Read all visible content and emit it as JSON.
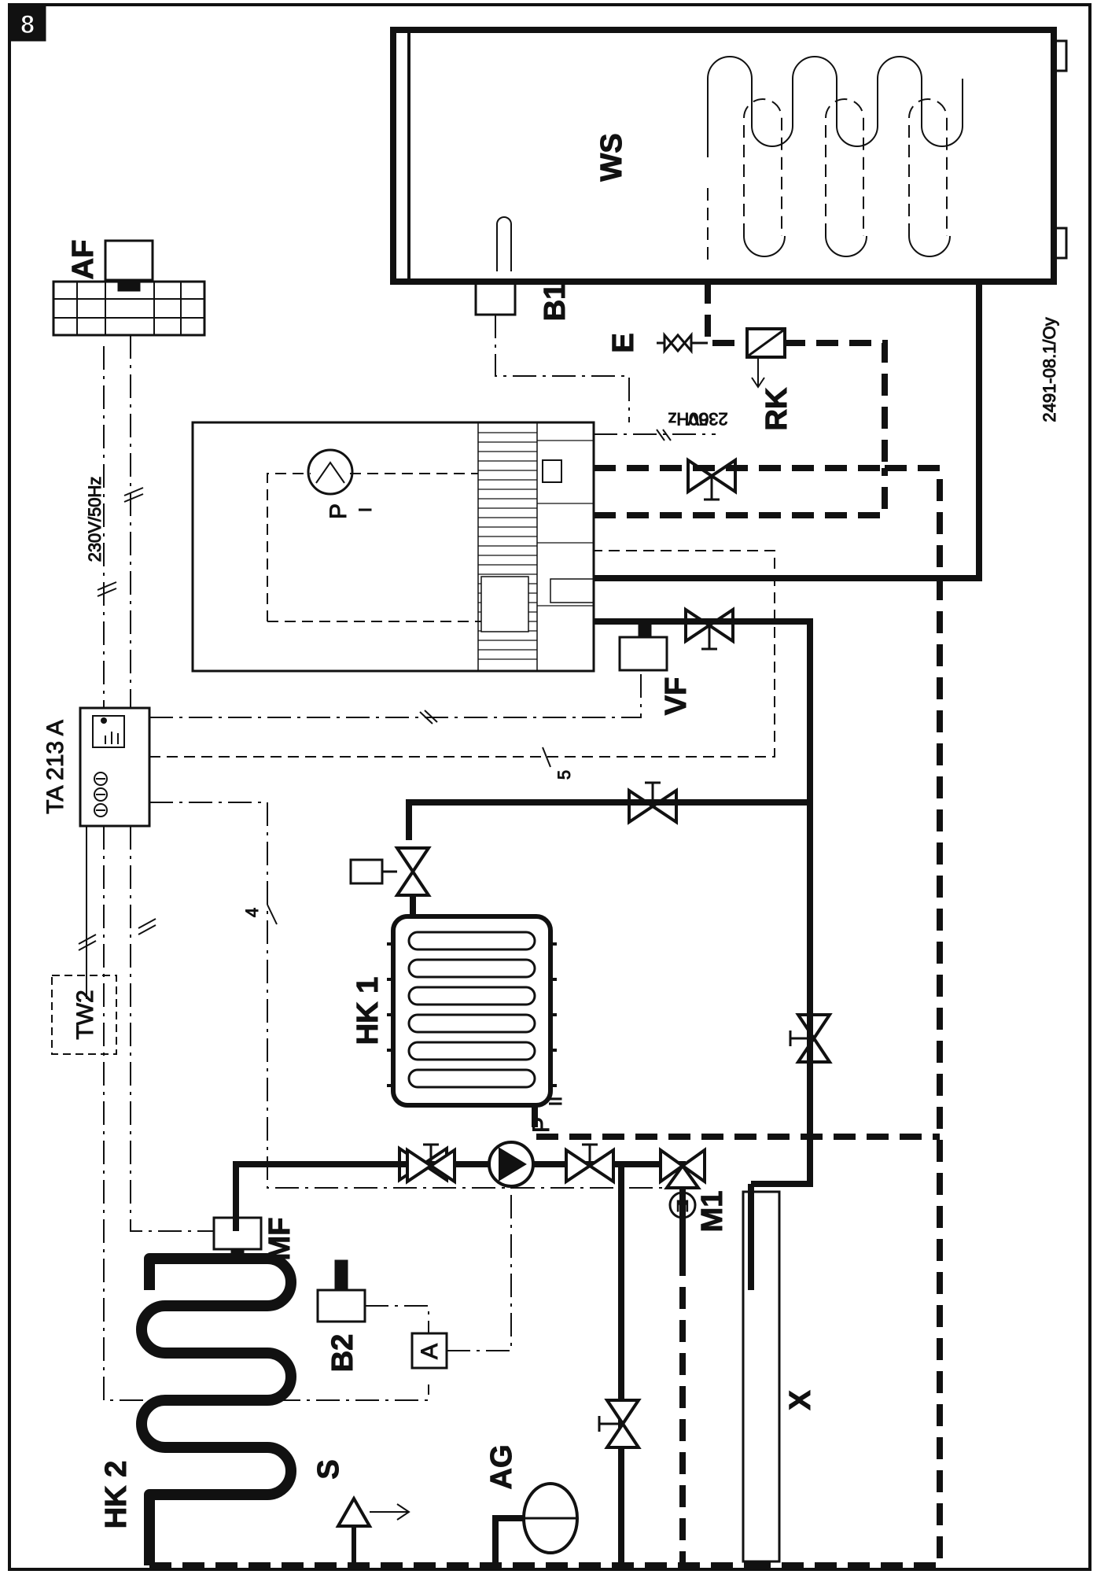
{
  "figure_number": "8",
  "labels": {
    "ws": "WS",
    "af": "AF",
    "b1": "B1",
    "e": "E",
    "rk": "RK",
    "power_boiler_1": "230V",
    "power_boiler_2": "50Hz",
    "power_main": "230V/50Hz",
    "pump_1": "P",
    "pump_1_sub": "I",
    "vf": "VF",
    "controller": "TA 213 A",
    "wire_count_5": "5",
    "wire_count_4": "4",
    "hk1": "HK 1",
    "tw2": "TW2",
    "mf": "MF",
    "pump_2": "P",
    "pump_2_sub": "II",
    "m1": "M1",
    "b2": "B2",
    "a": "A",
    "x": "X",
    "hk2": "HK 2",
    "s": "S",
    "ag": "AG",
    "drawing_ref": "2491-08.1/Oy"
  }
}
